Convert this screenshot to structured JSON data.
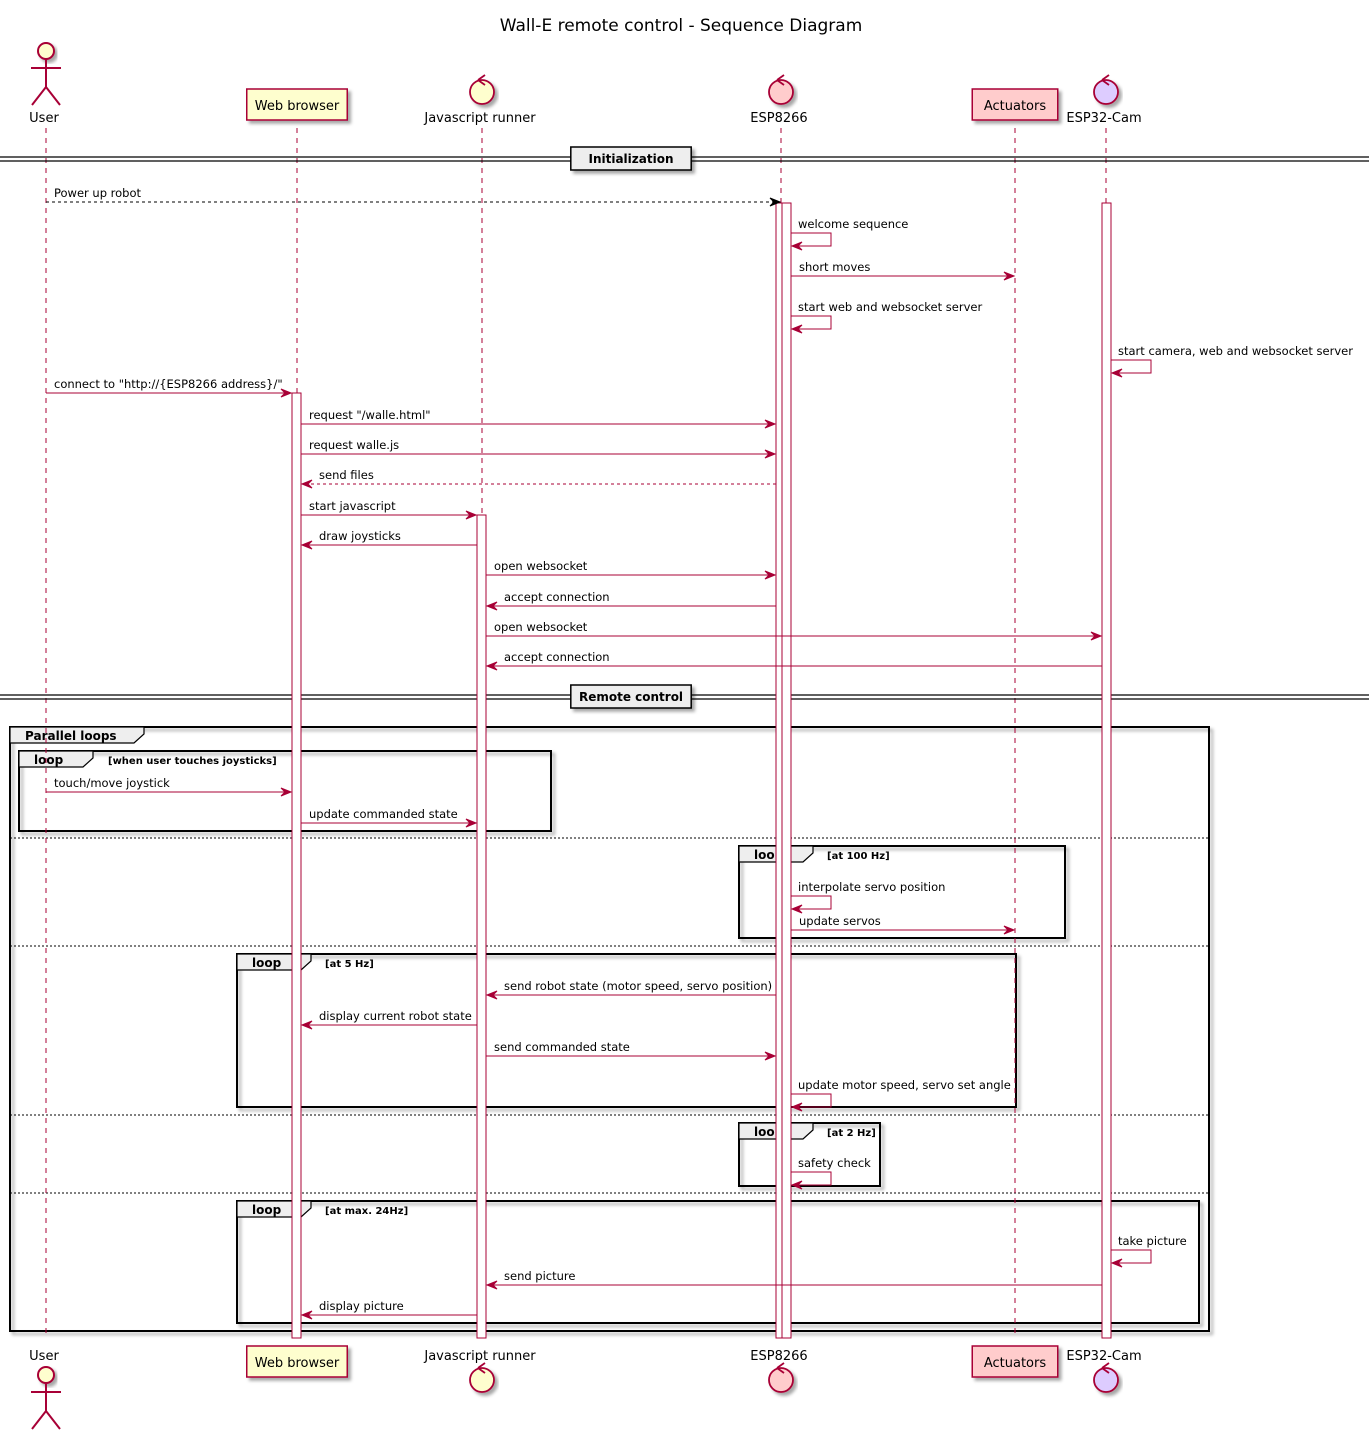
{
  "title": "Wall-E remote control - Sequence Diagram",
  "colors": {
    "line": "#A80036",
    "actor_fill": "#FEFECE",
    "browser_fill": "#FEFECE",
    "control_yellow": "#FEFECE",
    "control_pink": "#FFCCCC",
    "control_purple": "#DDCCFF",
    "actuators_fill": "#FFCCCC",
    "black": "#000000"
  },
  "participants": [
    {
      "id": "user",
      "name": "User",
      "kind": "actor",
      "fill": "#FEFECE"
    },
    {
      "id": "browser",
      "name": "Web browser",
      "kind": "box",
      "fill": "#FEFECE"
    },
    {
      "id": "js",
      "name": "Javascript runner",
      "kind": "control",
      "fill": "#FEFECE"
    },
    {
      "id": "esp",
      "name": "ESP8266",
      "kind": "control",
      "fill": "#FFCCCC"
    },
    {
      "id": "act",
      "name": "Actuators",
      "kind": "box",
      "fill": "#FFCCCC"
    },
    {
      "id": "cam",
      "name": "ESP32-Cam",
      "kind": "control",
      "fill": "#DDCCFF"
    }
  ],
  "dividers": [
    {
      "label": "Initialization"
    },
    {
      "label": "Remote control"
    }
  ],
  "messages": [
    {
      "from": "user",
      "to": "esp",
      "text": "Power up robot",
      "dashed": true,
      "color": "black"
    },
    {
      "from": "esp",
      "to": "esp",
      "text": "welcome sequence"
    },
    {
      "from": "esp",
      "to": "act",
      "text": "short moves"
    },
    {
      "from": "esp",
      "to": "esp",
      "text": "start web and websocket server"
    },
    {
      "from": "cam",
      "to": "cam",
      "text": "start camera, web and websocket server"
    },
    {
      "from": "user",
      "to": "browser",
      "text": "connect to \"http://{ESP8266 address}/\""
    },
    {
      "from": "browser",
      "to": "esp",
      "text": "request \"/walle.html\""
    },
    {
      "from": "browser",
      "to": "esp",
      "text": "request walle.js"
    },
    {
      "from": "esp",
      "to": "browser",
      "text": "send files",
      "dashed": true
    },
    {
      "from": "browser",
      "to": "js",
      "text": "start javascript"
    },
    {
      "from": "js",
      "to": "browser",
      "text": "draw joysticks"
    },
    {
      "from": "js",
      "to": "esp",
      "text": "open websocket"
    },
    {
      "from": "esp",
      "to": "js",
      "text": "accept connection"
    },
    {
      "from": "js",
      "to": "cam",
      "text": "open websocket"
    },
    {
      "from": "cam",
      "to": "js",
      "text": "accept connection"
    },
    {
      "from": "user",
      "to": "browser",
      "text": "touch/move joystick"
    },
    {
      "from": "browser",
      "to": "js",
      "text": "update commanded state"
    },
    {
      "from": "esp",
      "to": "esp",
      "text": "interpolate servo position"
    },
    {
      "from": "esp",
      "to": "act",
      "text": "update servos"
    },
    {
      "from": "esp",
      "to": "js",
      "text": "send robot state (motor speed, servo position)"
    },
    {
      "from": "js",
      "to": "browser",
      "text": "display current robot state"
    },
    {
      "from": "js",
      "to": "esp",
      "text": "send commanded state"
    },
    {
      "from": "esp",
      "to": "esp",
      "text": "update motor speed, servo set angle"
    },
    {
      "from": "esp",
      "to": "esp",
      "text": "safety check"
    },
    {
      "from": "cam",
      "to": "cam",
      "text": "take picture"
    },
    {
      "from": "cam",
      "to": "js",
      "text": "send picture"
    },
    {
      "from": "js",
      "to": "browser",
      "text": "display picture"
    }
  ],
  "groups": [
    {
      "label": "Parallel loops",
      "condition": ""
    },
    {
      "label": "loop",
      "condition": "[when user touches joysticks]"
    },
    {
      "label": "loop",
      "condition": "[at 100 Hz]"
    },
    {
      "label": "loop",
      "condition": "[at 5 Hz]"
    },
    {
      "label": "loop",
      "condition": "[at 2 Hz]"
    },
    {
      "label": "loop",
      "condition": "[at max. 24Hz]"
    }
  ]
}
